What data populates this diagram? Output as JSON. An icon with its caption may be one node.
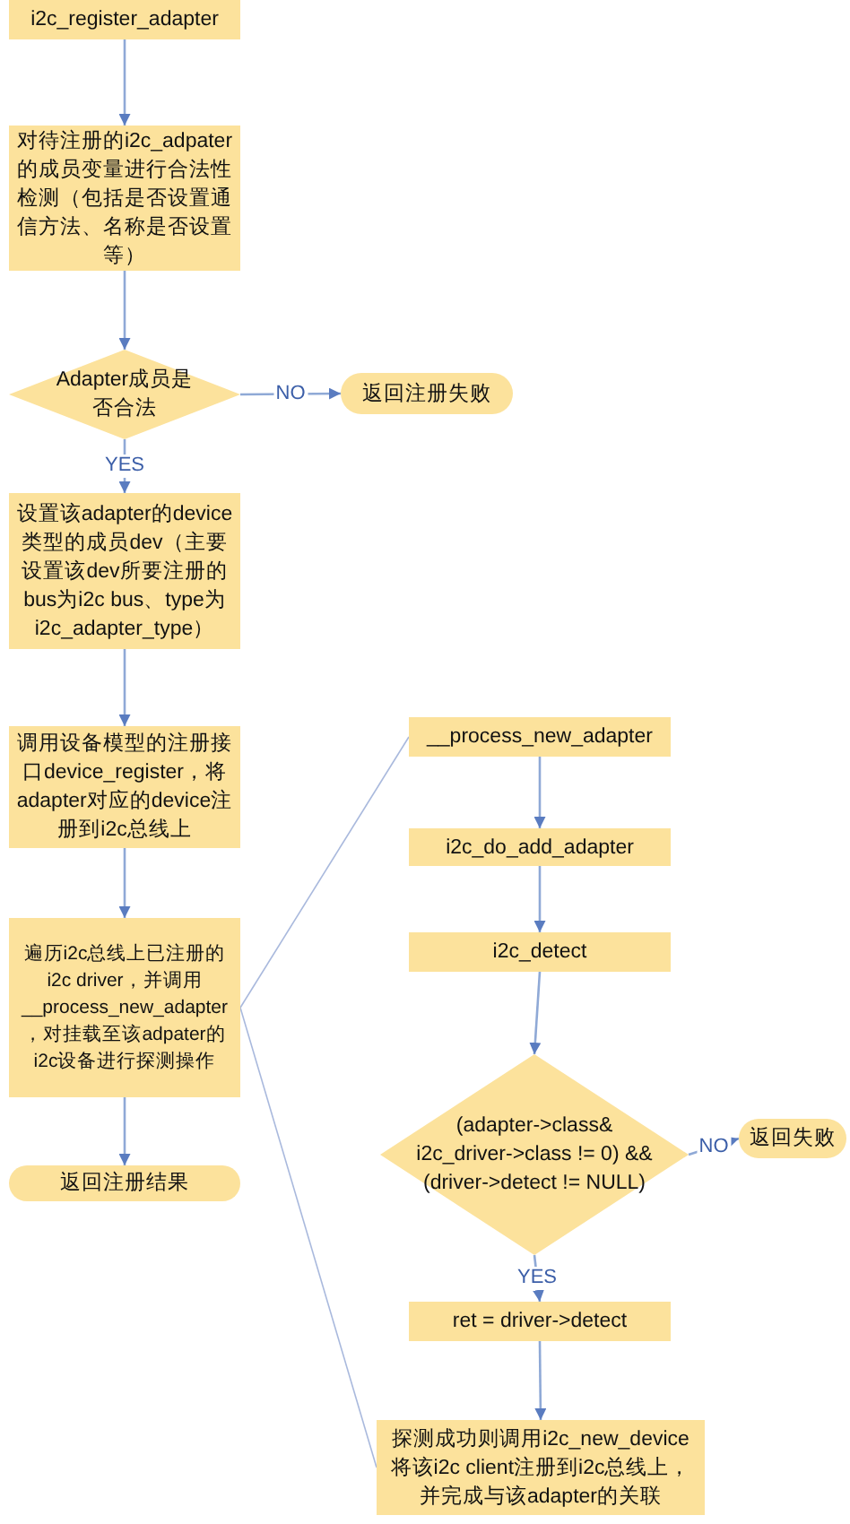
{
  "diagram": {
    "nodes": [
      {
        "text": [
          "i2c_register_adapter"
        ]
      },
      {
        "text": [
          "对待注册的i2c_adpater的成员变量进行合法性检测（包括是否设置通信方法、名称是否设置等）"
        ]
      },
      {
        "text": [
          "Adapter成员是否合法"
        ]
      },
      {
        "text": [
          "返回注册失败"
        ]
      },
      {
        "text": [
          "设置该adapter的device类型的成员dev（主要设置该dev所要注册的bus为i2c bus、type为i2c_adapter_type）"
        ]
      },
      {
        "text": [
          "调用设备模型的注册接口device_register，将adapter对应的device注册到i2c总线上"
        ]
      },
      {
        "text": [
          "遍历i2c总线上已注册的i2c driver，并调用__process_new_adapter，对挂载至该adpater的i2c设备进行探测操作"
        ]
      },
      {
        "text": [
          "返回注册结果"
        ]
      },
      {
        "text": [
          "__process_new_adapter"
        ]
      },
      {
        "text": [
          "i2c_do_add_adapter"
        ]
      },
      {
        "text": [
          "i2c_detect"
        ]
      },
      {
        "text": [
          "(adapter->class& i2c_driver->class != 0) &&(driver->detect != NULL)"
        ]
      },
      {
        "text": [
          "返回失败"
        ]
      },
      {
        "text": [
          "ret = driver->detect"
        ]
      },
      {
        "text": [
          "探测成功则调用i2c_new_device将该i2c client注册到i2c总线上，并完成与该adapter的关联"
        ]
      }
    ],
    "edges": [
      {
        "from": 0,
        "to": 1,
        "arrow": "to"
      },
      {
        "from": 1,
        "to": 2,
        "arrow": "to"
      },
      {
        "from": 2,
        "to": 3,
        "arrow": "to",
        "label": "NO"
      },
      {
        "from": 2,
        "to": 4,
        "arrow": "to",
        "label": "YES"
      },
      {
        "from": 4,
        "to": 5,
        "arrow": "to"
      },
      {
        "from": 5,
        "to": 6,
        "arrow": "to"
      },
      {
        "from": 6,
        "to": 7,
        "arrow": "to"
      },
      {
        "from": 6,
        "to": 8,
        "arrow": "none"
      },
      {
        "from": 6,
        "to": 14,
        "arrow": "none"
      },
      {
        "from": 8,
        "to": 9,
        "arrow": "to"
      },
      {
        "from": 9,
        "to": 10,
        "arrow": "to"
      },
      {
        "from": 10,
        "to": 11,
        "arrow": "to"
      },
      {
        "from": 11,
        "to": 12,
        "arrow": "to",
        "label": "NO"
      },
      {
        "from": 11,
        "to": 13,
        "arrow": "to",
        "label": "YES"
      },
      {
        "from": 13,
        "to": 14,
        "arrow": "to"
      }
    ]
  }
}
